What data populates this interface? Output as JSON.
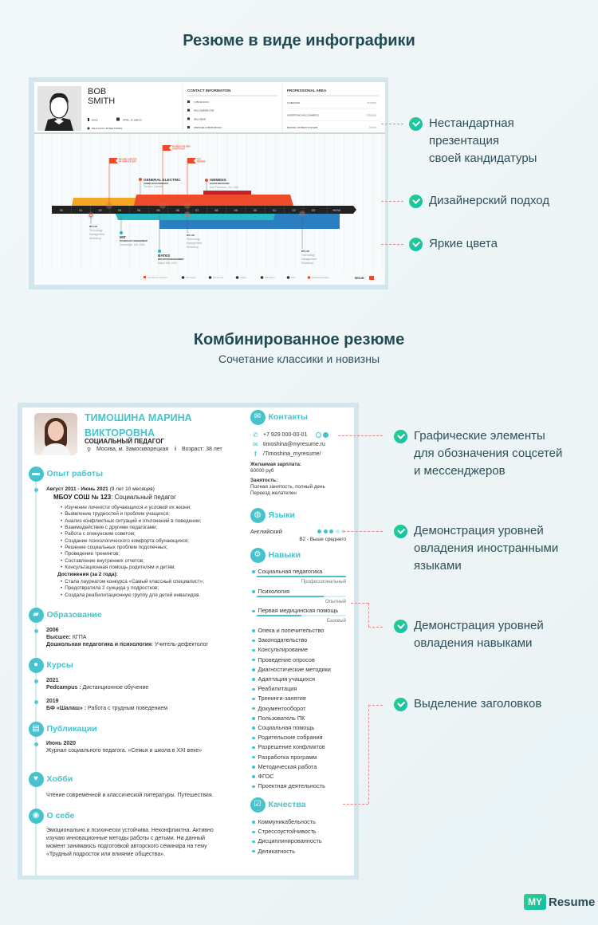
{
  "section1": {
    "title": "Резюме в виде инфографики",
    "features": [
      "Нестандартная\nпрезентация\nсвоей кандидатуры",
      "Дизайнерский подход",
      "Яркие цвета"
    ]
  },
  "infographic": {
    "first_name": "BOB",
    "last_name": "SMITH",
    "gender": "MALE",
    "birth": "APRIL, 19 1988  25",
    "location": "PALO ALTO, UNITED STATES",
    "contact_title": "CONTACT INFORMATION",
    "contacts": [
      "1 650 00 00 00",
      "HELLO@BOB.COM",
      "HELLOBOB",
      "WWW.HELLOBOB.VBCOM"
    ],
    "professional_title": "PROFESSIONAL AREA",
    "professional": [
      {
        "value": "IT SERVICES",
        "label": "Industry"
      },
      {
        "value": "ADVERTISING AND COMMERCE",
        "label": "Category"
      },
      {
        "value": "BANKING, PAYMENT SYSTEMS",
        "label": "Sector"
      }
    ],
    "ticks": [
      "90",
      "91",
      "92",
      "93",
      "94",
      "95",
      "96",
      "97",
      "98",
      "99",
      "00",
      "01",
      "02",
      "03",
      "NOW"
    ],
    "flags": [
      {
        "l1": "BECAME A MASTER",
        "l2": "OF COMPLEX DATA"
      },
      {
        "l1": "FOUNDED THE INFO",
        "l2": "STARTUP BOT"
      },
      {
        "l1": "GOT",
        "l2": "MARRIED"
      }
    ],
    "jobs": [
      {
        "name": "GENERAL ELECTRIC",
        "role": "JUNIOR SALES MANAGER",
        "place": "Toronto, Canada"
      },
      {
        "name": "SIEMENS",
        "role": "SALES MANAGER",
        "place": "San Francisco, CA, USA"
      }
    ],
    "schools": [
      {
        "name": "MIT",
        "role": "TECHNOLOGY MANAGEMENT",
        "place": "Cambridge, MA, USA"
      },
      {
        "name": "BATES",
        "role": "INNOVATION MANAGEMENT",
        "place": "Bates, MA, USA"
      }
    ],
    "activity": {
      "title": "MIT LAB",
      "l1": "Technology",
      "l2": "Management",
      "l3": "Workshop"
    },
    "legend": [
      "Achievements & Honors",
      "Full-time job",
      "Part-time job",
      "College",
      "High School",
      "Other",
      "Educational Activities"
    ],
    "brand": "RESUM",
    "colors": {
      "orange": "#f5a623",
      "red": "#ee4b2b",
      "darkred": "#c8202a",
      "teal": "#26b8c0",
      "blue": "#2a7fc1",
      "bar": "#222222"
    }
  },
  "section2": {
    "title": "Комбинированное резюме",
    "subtitle": "Сочетание классики и новизны",
    "features": [
      "Графические элементы\nдля обозначения соцсетей\nи мессенджеров",
      "Демонстрация уровней\nовладения иностранными\nязыками",
      "Демонстрация уровней\nовладения навыками",
      "Выделение заголовков"
    ]
  },
  "resume": {
    "name_line1": "ТИМОШИНА МАРИНА",
    "name_line2": "ВИКТОРОВНА",
    "position": "СОЦИАЛЬНЫЙ ПЕДАГОГ",
    "location": "Москва, м. Замоскворецкая",
    "age": "Возраст: 38 лет",
    "sections": {
      "experience": "Опыт работы",
      "education": "Образование",
      "courses": "Курсы",
      "publications": "Публикации",
      "hobby": "Хобби",
      "about": "О себе",
      "contacts": "Контакты",
      "languages": "Языки",
      "skills": "Навыки",
      "qualities": "Качества"
    },
    "experience": {
      "period": "Август 2011 - Июнь 2021",
      "duration": "(9 лет 10 месяцев)",
      "company": "МБОУ СОШ № 123",
      "role": ": Социальный педагог",
      "duties": [
        "Изучение личности обучающихся и условий их жизни;",
        "Выявление трудностей и проблем учащихся;",
        "Анализ конфликтных ситуаций и отклонений в поведении;",
        "Взаимодействие с другими педагогами;",
        "Работа с опекунским советом;",
        "Создание психологического комфорта обучающихся;",
        "Решение социальных проблем подопечных;",
        "Проведение тренингов;",
        "Составление внутренних отчетов;",
        "Консультационная помощь родителям и детям;"
      ],
      "achievements_title": "Достижения (за 2 года):",
      "achievements": [
        "Стала лауреатом конкурса «Самый классный специалист»;",
        "Предотвратила 2 суицида у подростков;",
        "Создала реабилитационную группу для детей инвалидов."
      ]
    },
    "education": {
      "year": "2006",
      "level": "Высшее:",
      "school": "КГПА",
      "faculty": "Дошкольная педагогика и психология",
      "specialty": ": Учитель-дефектолог"
    },
    "courses": [
      {
        "year": "2021",
        "name": "Pedcampus :",
        "desc": "Дистанционное обучение"
      },
      {
        "year": "2019",
        "name": "БФ «Шалаш» :",
        "desc": "Работа с трудным поведением"
      }
    ],
    "publication": {
      "date": "Июнь 2020",
      "text": "Журнал социального педагога. «Семья и школа в XXI веке»"
    },
    "hobby": "Чтение современной и классической литературы. Путешествия.",
    "about": [
      "Эмоционально и психически устойчива. Неконфликтна. Активно",
      "изучаю инновационные методы работы с детьми. На данный",
      "момент занимаюсь подготовкой авторского семинара на тему",
      "«Трудный подросток или влияние общества»."
    ],
    "phone": "+7 929 000-00-01",
    "email": "timoshina@myresume.ru",
    "facebook": "/Timoshina_myresume/",
    "salary_label": "Желаемая зарплата:",
    "salary": "60000 руб",
    "employment_label": "Занятость:",
    "employment": "Полная занятость, полный день",
    "relocation": "Переезд желателен",
    "language": {
      "name": "Английский",
      "level": "B2 - Выше среднего",
      "dots_filled": 3,
      "dots_total": 5
    },
    "rated_skills": [
      {
        "name": "Социальная педагогика",
        "level": "Профессиональный",
        "fill": 1.0
      },
      {
        "name": "Психология",
        "level": "Опытный",
        "fill": 0.75
      },
      {
        "name": "Первая медицинская помощь",
        "level": "Базовый",
        "fill": 0.5
      }
    ],
    "skills": [
      "Опека и попечительство",
      "Законодательство",
      "Консультирование",
      "Проведение опросов",
      "Диагностические методики",
      "Адаптация учащихся",
      "Реабилитация",
      "Тренинги-занятия",
      "Документооборот",
      "Пользователь ПК",
      "Социальная помощь",
      "Родительские собрания",
      "Разрешение конфликтов",
      "Разработка программ",
      "Методическая работа",
      "ФГОС",
      "Проектная деятельность"
    ],
    "qualities": [
      "Коммуникабельность",
      "Стрессоустойчивость",
      "Дисциплинированность",
      "Деликатность"
    ],
    "accent": "#46c3cc"
  },
  "logo": {
    "my": "MY",
    "resume": "Resume"
  }
}
